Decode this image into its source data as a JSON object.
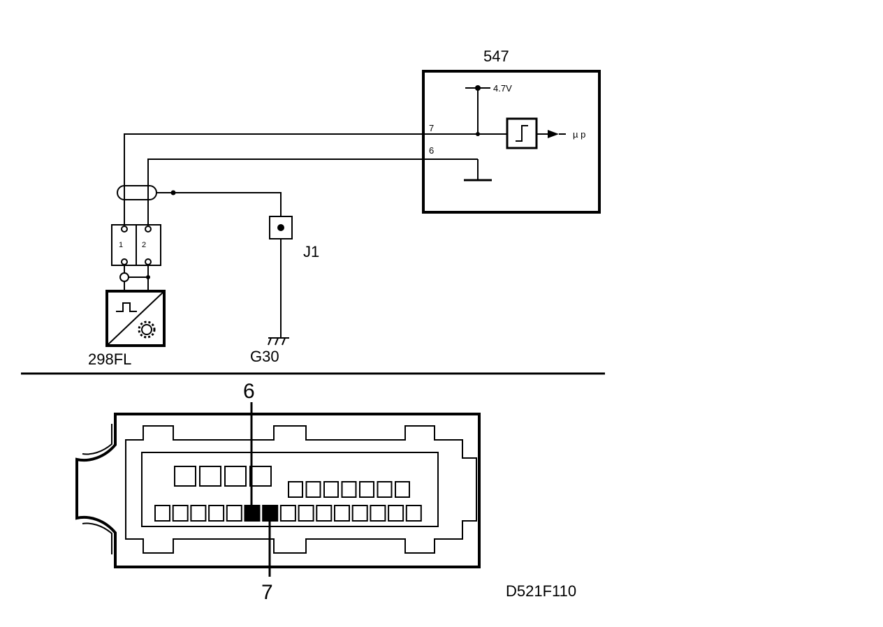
{
  "labels": {
    "ecu": "547",
    "voltage": "4.7V",
    "pin7": "7",
    "pin6": "6",
    "micro": "µ p",
    "connector_pin1": "1",
    "connector_pin2": "2",
    "junction": "J1",
    "sensor": "298FL",
    "ground": "G30",
    "plug_pin6": "6",
    "plug_pin7": "7",
    "figure_ref": "D521F110"
  },
  "plug": {
    "top_row_count": 4,
    "middle_row_count": 7,
    "bottom_row_count": 15,
    "highlighted_bottom_indices": [
      5,
      6
    ],
    "highlight_color": "#000000"
  }
}
